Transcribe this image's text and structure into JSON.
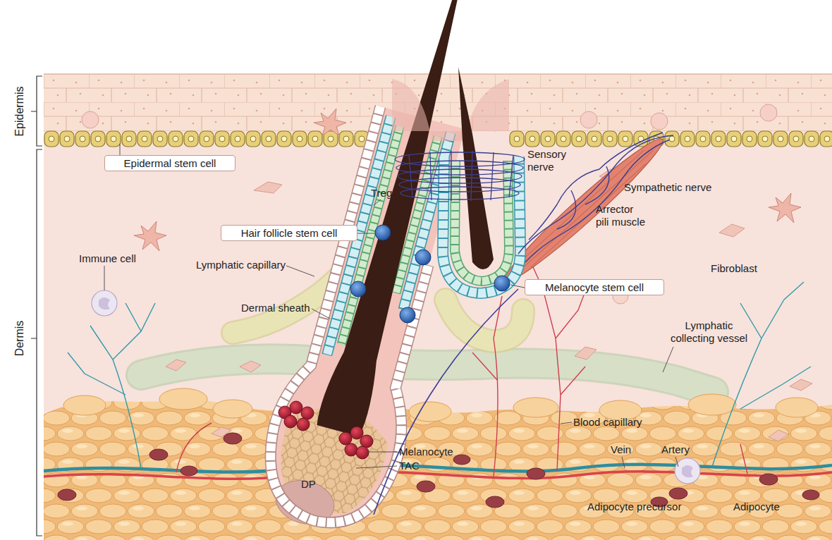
{
  "diagram": {
    "nodes": [
      {
        "text": [
          "Epidermal stem cell"
        ]
      },
      {
        "text": [
          "Hair follicle stem cell"
        ]
      },
      {
        "text": [
          "Melanocyte stem cell"
        ]
      }
    ],
    "labels": [
      "Epidermis",
      "Dermis",
      "Sensory nerve",
      "Sympathetic nerve",
      "Treg",
      "Arrector pili muscle",
      "Immune cell",
      "Lymphatic capillary",
      "Fibroblast",
      "Dermal sheath",
      "Lymphatic collecting vessel",
      "Blood capillary",
      "Melanocyte",
      "Vein",
      "Artery",
      "TAC",
      "DP",
      "Adipocyte precursor",
      "Adipocyte"
    ]
  }
}
